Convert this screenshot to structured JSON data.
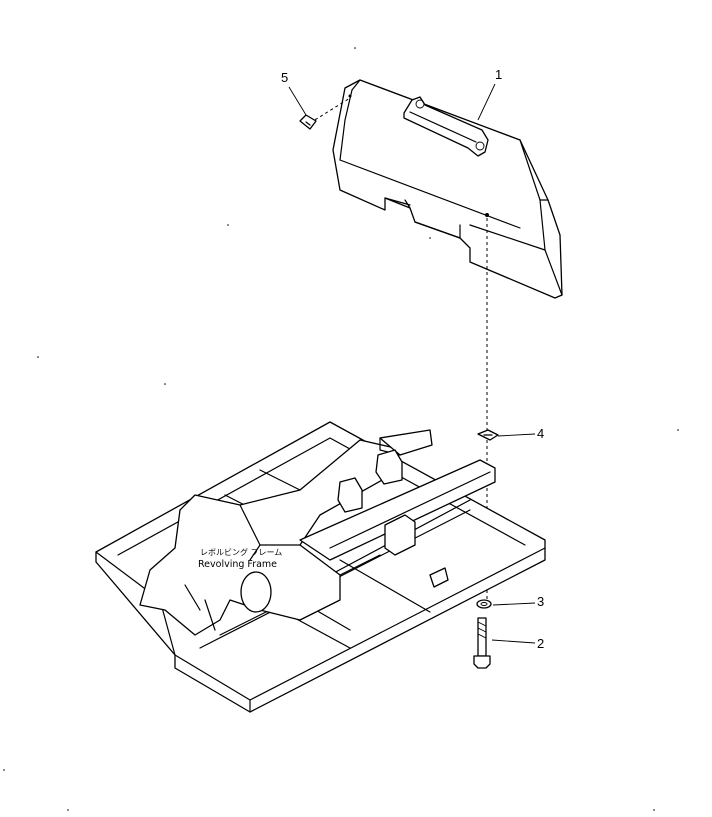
{
  "diagram": {
    "callouts": [
      {
        "id": "1",
        "label": "1"
      },
      {
        "id": "2",
        "label": "2"
      },
      {
        "id": "3",
        "label": "3"
      },
      {
        "id": "4",
        "label": "4"
      },
      {
        "id": "5",
        "label": "5"
      }
    ],
    "frame_label": {
      "japanese": "レボルビング フレーム",
      "english": "Revolving Frame"
    }
  }
}
